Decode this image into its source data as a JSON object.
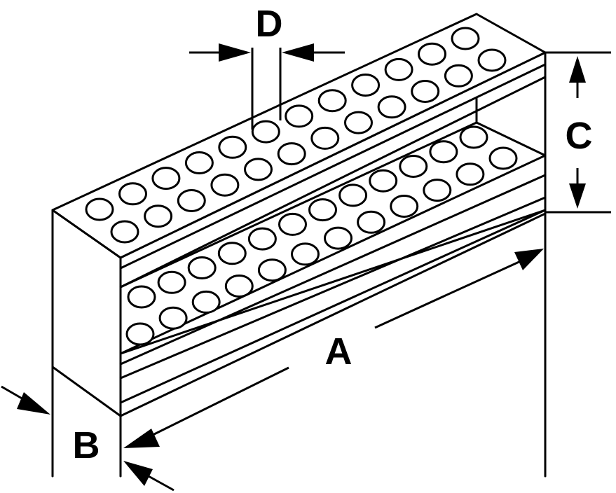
{
  "labels": {
    "a": "A",
    "b": "B",
    "c": "C",
    "d": "D"
  },
  "colors": {
    "stroke": "#000000",
    "fill": "#ffffff"
  }
}
